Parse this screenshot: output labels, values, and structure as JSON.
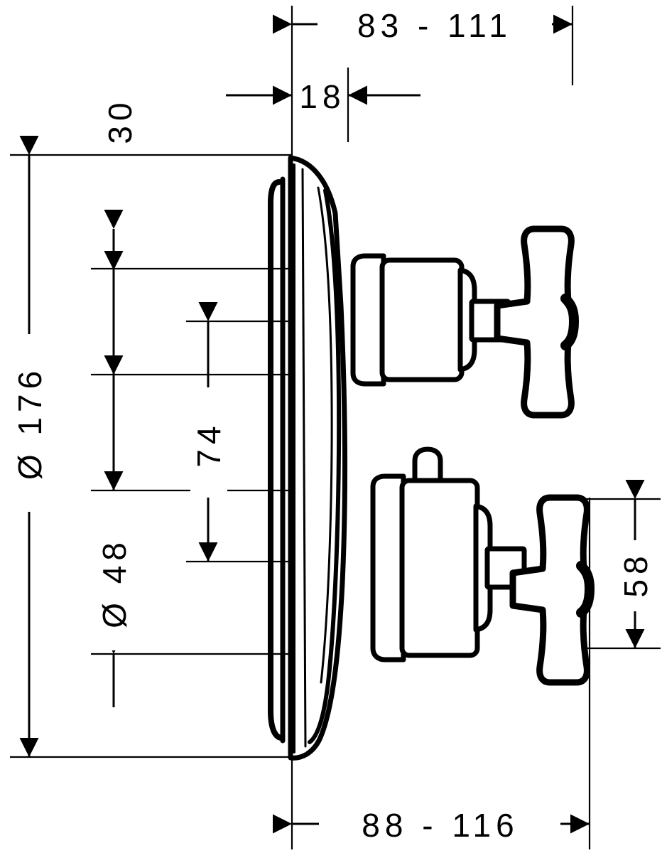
{
  "drawing": {
    "type": "technical-dimension-drawing",
    "subject": "thermostatic shower mixer trim with cross handles (side elevation)",
    "units": "mm",
    "background_color": "#ffffff",
    "line_color": "#000000",
    "dimensions": {
      "top_overall": {
        "label": "83 - 111",
        "orientation": "horizontal",
        "position": "top",
        "min": 83,
        "max": 111
      },
      "top_offset": {
        "label": "18",
        "orientation": "horizontal",
        "position": "top-inner",
        "value": 18
      },
      "bottom_overall": {
        "label": "88 - 116",
        "orientation": "horizontal",
        "position": "bottom",
        "min": 88,
        "max": 116
      },
      "plate_diameter": {
        "label": "Ø 176",
        "orientation": "vertical",
        "position": "left-outer",
        "value": 176,
        "symbol": "Ø"
      },
      "handle_spacing": {
        "label": "Ø 48",
        "orientation": "vertical",
        "position": "left-inner",
        "value": 48,
        "symbol": "Ø"
      },
      "center_spacing": {
        "label": "74",
        "orientation": "vertical",
        "position": "left-mid",
        "value": 74
      },
      "thickness_30": {
        "label": "30",
        "orientation": "vertical-note",
        "position": "top-left",
        "value": 30
      },
      "handle_height": {
        "label": "58",
        "orientation": "vertical",
        "position": "right",
        "value": 58
      }
    },
    "parts": [
      {
        "name": "escutcheon-plate",
        "description": "large oval wall plate in side profile"
      },
      {
        "name": "upper-valve-body",
        "description": "upper cylindrical valve housing"
      },
      {
        "name": "upper-cross-handle",
        "description": "upper cross / T handle"
      },
      {
        "name": "lower-valve-body",
        "description": "lower cylindrical valve housing with small stub"
      },
      {
        "name": "lower-cross-handle",
        "description": "lower cross / T handle"
      }
    ]
  }
}
